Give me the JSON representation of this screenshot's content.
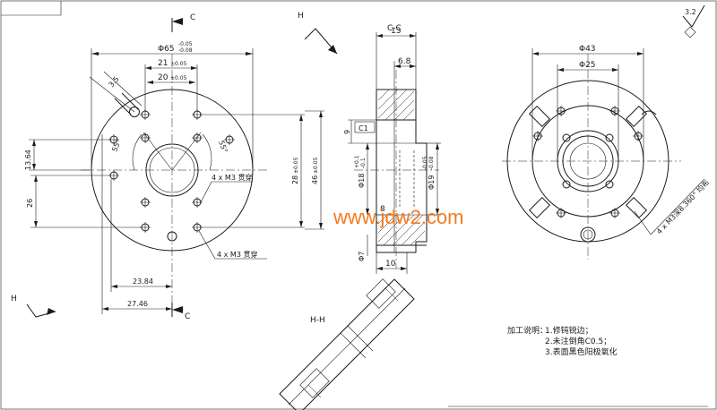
{
  "front_view": {
    "section_mark_top": "C",
    "section_mark_bottom": "C",
    "dim_outer": "Φ65",
    "tol_outer_upper": "-0.05",
    "tol_outer_lower": "-0.08",
    "dim_21": "21",
    "tol_21": "±0.05",
    "dim_20": "20",
    "tol_20": "±0.05",
    "dim_slot": "3.5",
    "dim_13_64": "13.64",
    "dim_26": "26",
    "dim_28": "28",
    "tol_28": "±0.05",
    "dim_46": "46",
    "tol_46": "±0.05",
    "angle_left": "55°",
    "angle_right": "55°",
    "note_holes_1": "4 x M3 贯穿",
    "note_holes_2": "4 x M3 贯穿",
    "dim_23_84": "23.84",
    "dim_27_46": "27.46"
  },
  "view_arrow_H_top": "H",
  "view_arrow_H_left": "H",
  "section_view": {
    "title": "C-C",
    "dim_13": "13",
    "dim_6_8": "6.8",
    "dim_9": "9",
    "chamfer": "C1",
    "dim_bore_18": "Φ18",
    "tol_18_upper": "+0.1",
    "tol_18_lower": "-0.1",
    "dim_bore_19": "Φ19",
    "tol_19_upper": "-0.05",
    "tol_19_lower": "-0.08",
    "dim_8": "8",
    "dim_7": "Φ7",
    "dim_10": "10"
  },
  "hh_view": {
    "title": "H-H"
  },
  "back_view": {
    "dim_43": "Φ43",
    "dim_25": "Φ25",
    "note_holes": "4 x M3深8.360° 均布"
  },
  "roughness": "3.2",
  "watermark": "www.jdw2.com",
  "notes": {
    "title": "加工说明：",
    "items": [
      "1.修钝锐边；",
      "2.未注倒角C0.5；",
      "3.表面黑色阳极氧化"
    ]
  },
  "colors": {
    "line": "#1a1a1a",
    "watermark": "#f47a1f"
  }
}
